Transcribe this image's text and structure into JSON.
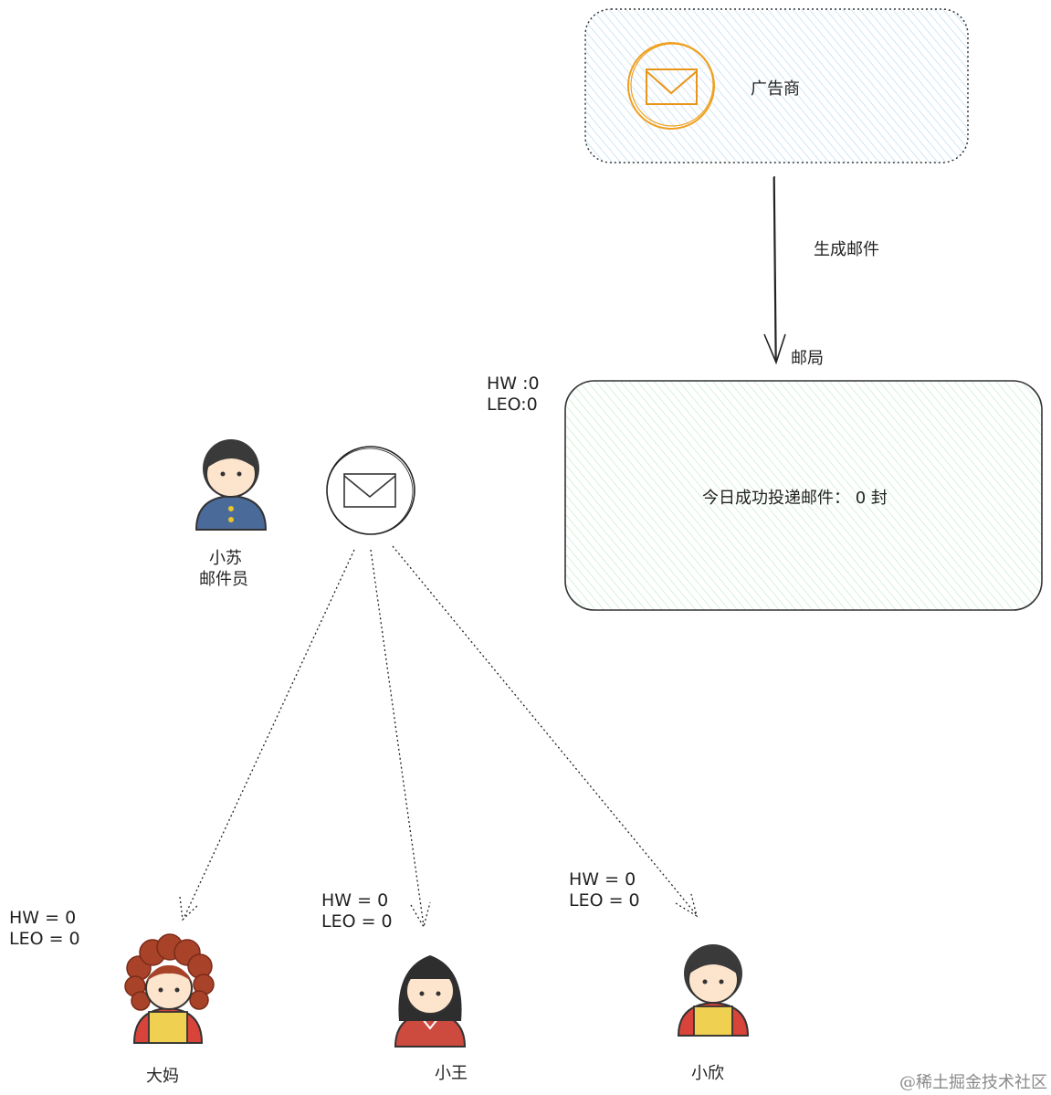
{
  "advertiser": {
    "label": "广告商"
  },
  "arrow_main": {
    "label": "生成邮件"
  },
  "post_office": {
    "label": "邮局",
    "hw": "HW :0",
    "leo": "LEO:0",
    "content": "今日成功投递邮件： 0 封"
  },
  "postman": {
    "name": "小苏",
    "role": "邮件员"
  },
  "recipients": [
    {
      "name": "大妈",
      "hw": "HW = 0",
      "leo": "LEO = 0"
    },
    {
      "name": "小王",
      "hw": "HW = 0",
      "leo": "LEO = 0"
    },
    {
      "name": "小欣",
      "hw": "HW = 0",
      "leo": "LEO = 0"
    }
  ],
  "watermark": "@稀土掘金技术社区",
  "icons": [
    "envelope-icon",
    "postman-avatar-icon",
    "auntie-avatar-icon",
    "xiaowang-avatar-icon",
    "xiaoxin-avatar-icon"
  ]
}
